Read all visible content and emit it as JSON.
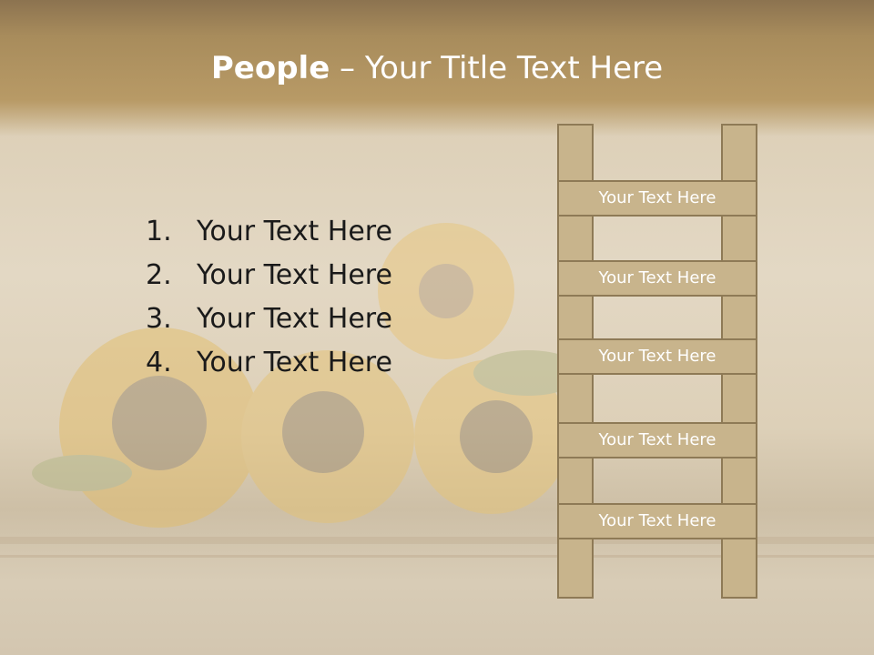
{
  "title": {
    "bold": "People",
    "rest": " – Your Title Text Here"
  },
  "list": [
    {
      "num": "1.",
      "text": "Your Text Here"
    },
    {
      "num": "2.",
      "text": "Your Text Here"
    },
    {
      "num": "3.",
      "text": "Your Text Here"
    },
    {
      "num": "4.",
      "text": "Your Text Here"
    }
  ],
  "ladder": {
    "rungs": [
      "Your Text Here",
      "Your Text Here",
      "Your Text Here",
      "Your Text Here",
      "Your Text Here"
    ]
  },
  "colors": {
    "ladder_fill": "#c8b48c",
    "ladder_border": "#8e7a56",
    "title_bar": "#a88c5c"
  },
  "background": {
    "image_subject": "faded sunflowers on wooden table"
  }
}
